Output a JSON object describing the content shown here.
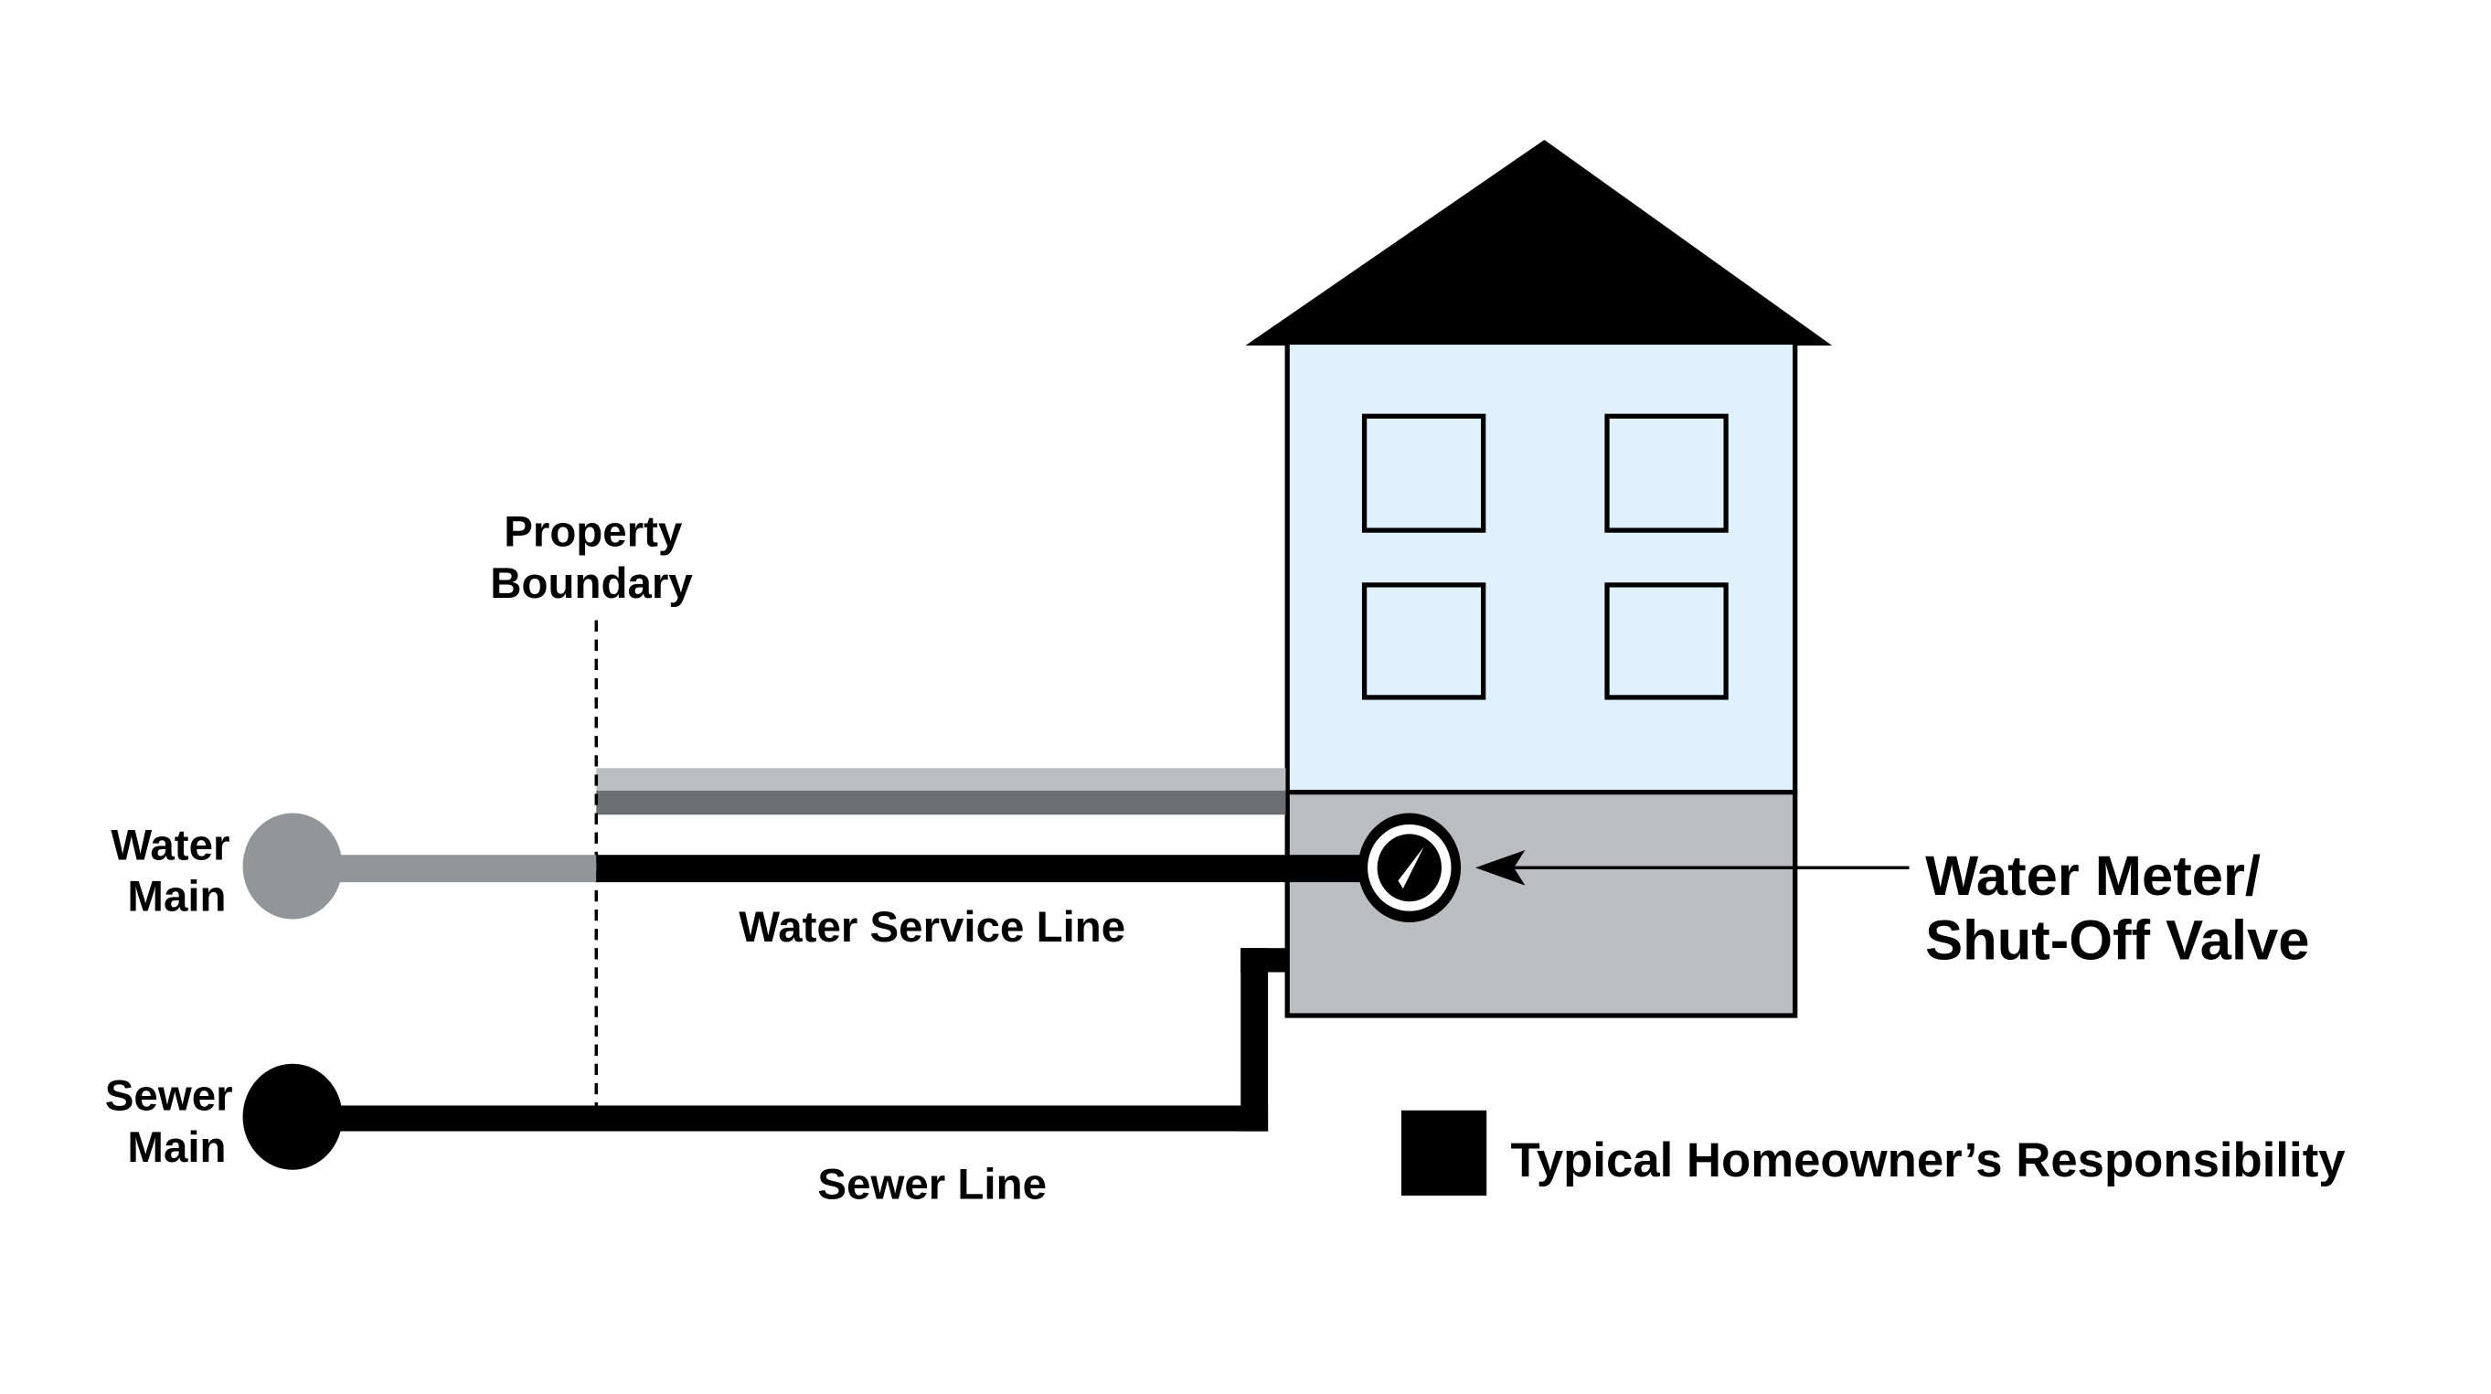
{
  "labels": {
    "property_boundary_line1": "Property",
    "property_boundary_line2": "Boundary",
    "water_main_line1": "Water",
    "water_main_line2": "Main",
    "sewer_main_line1": "Sewer",
    "sewer_main_line2": "Main",
    "water_service_line": "Water Service Line",
    "sewer_line": "Sewer Line",
    "water_meter_line1": "Water Meter/",
    "water_meter_line2": "Shut-Off Valve"
  },
  "legend": {
    "homeowner_responsibility": "Typical Homeowner’s Responsibility"
  },
  "colors": {
    "house_wall": "#e0f1fb",
    "basement": "#bcbdbf",
    "water_main": "#939598",
    "light_band": "#bcbdbf",
    "dark_band": "#6d6e71",
    "homeowner_responsibility": "#000000"
  }
}
